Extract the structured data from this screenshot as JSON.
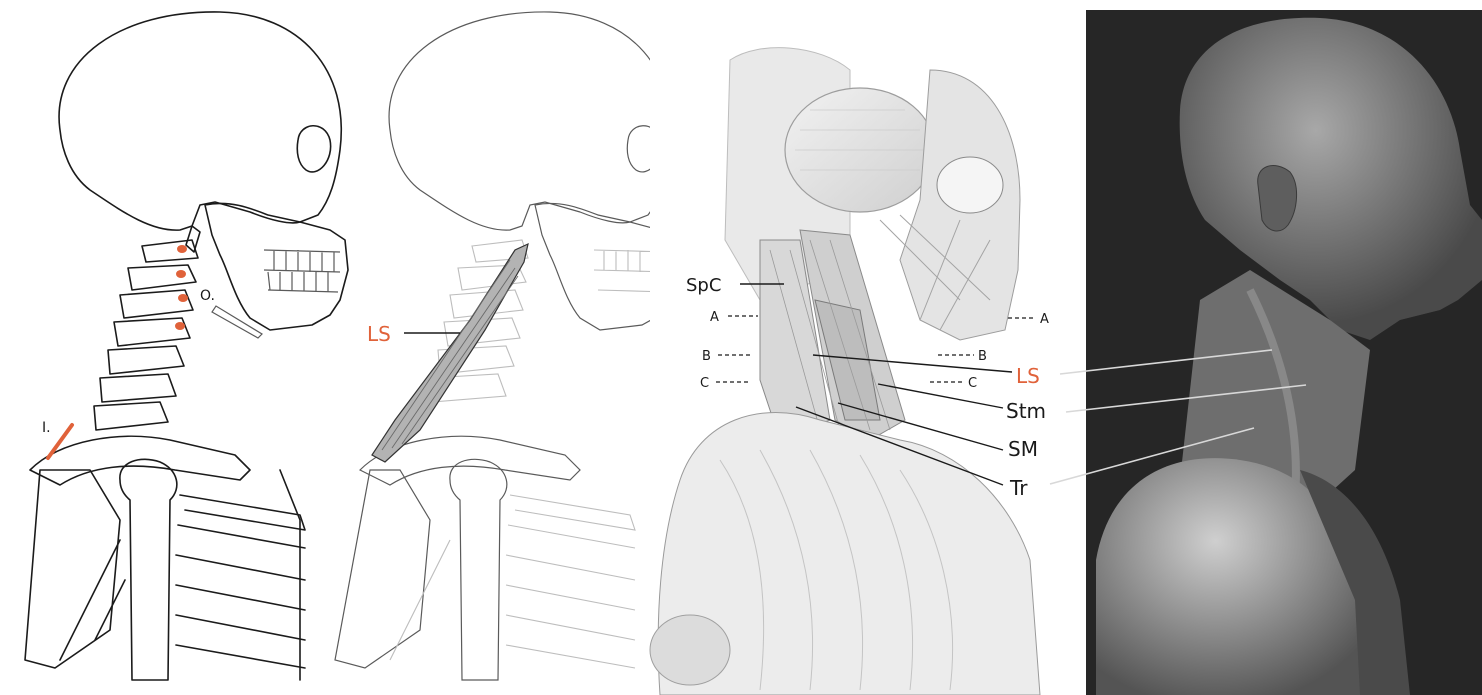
{
  "panel1": {
    "labels": {
      "origin": "O.",
      "insertion": "I."
    },
    "accent_color": "#e0623a"
  },
  "panel2": {
    "labels": {
      "levator": "LS"
    },
    "accent_color": "#e0623a"
  },
  "panel3": {
    "labels": {
      "splenius": "SpC",
      "a_left": "A",
      "b_left": "B",
      "c_left": "C",
      "a_right": "A",
      "b_right": "B",
      "c_right": "C"
    }
  },
  "callouts": {
    "levator": "LS",
    "sternomastoid": "Stm",
    "scalenus": "SM",
    "trapezius": "Tr"
  },
  "colors": {
    "accent": "#e0623a",
    "ink": "#1a1a1a",
    "photo_bg": "#2a2a2a"
  }
}
